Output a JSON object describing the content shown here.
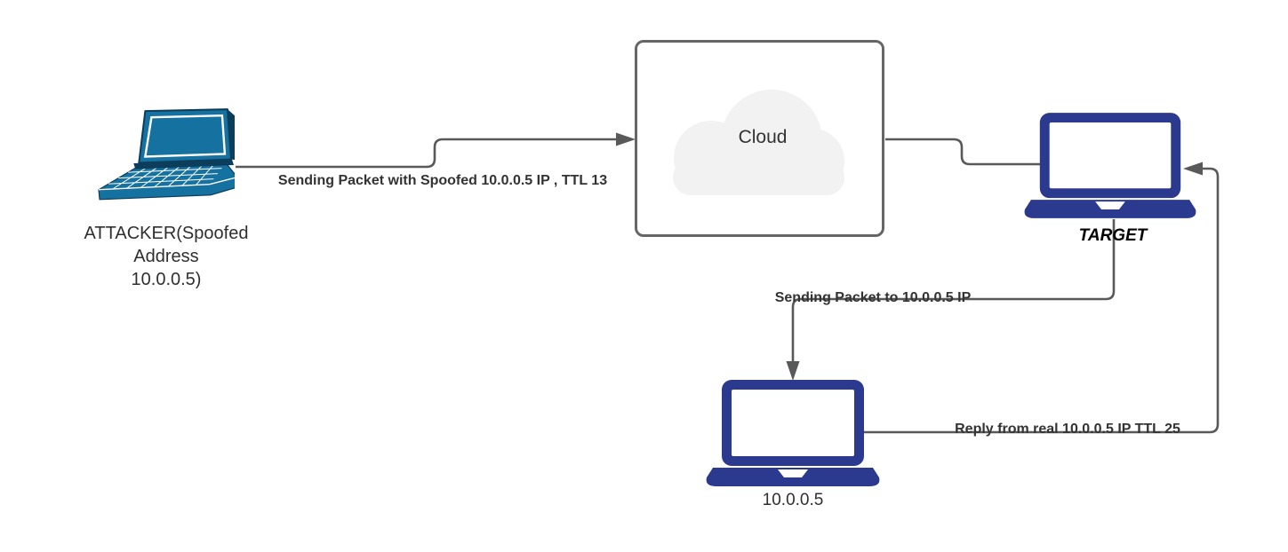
{
  "diagram": {
    "colors": {
      "canvas_bg": "#ffffff",
      "connector": "#595959",
      "box_border": "#666666",
      "box_fill": "#ffffff",
      "cloud_fill": "#f2f2f2",
      "laptop_navy": "#2b3a8f",
      "laptop_teal": "#15719f",
      "laptop_teal_dark": "#0c3e5c",
      "edge_label": "#333333",
      "node_label": "#2f2f2f",
      "target_label": "#000000"
    },
    "nodes": {
      "attacker": {
        "icon": "laptop-3d-icon",
        "label": "ATTACKER(Spoofed\nAddress\n10.0.0.5)"
      },
      "cloud": {
        "icon": "cloud-icon",
        "label": "Cloud"
      },
      "target": {
        "icon": "laptop-icon",
        "label": "TARGET"
      },
      "real_host": {
        "icon": "laptop-icon",
        "label": "10.0.0.5"
      }
    },
    "edges": {
      "attacker_to_cloud": {
        "from": "attacker",
        "to": "cloud",
        "label": "Sending Packet with Spoofed 10.0.0.5 IP , TTL 13"
      },
      "cloud_to_target": {
        "from": "cloud",
        "to": "target"
      },
      "target_to_real": {
        "from": "target",
        "to": "real_host",
        "label": "Sending Packet to 10.0.0.5 IP"
      },
      "real_to_target": {
        "from": "real_host",
        "to": "target",
        "label": "Reply from real 10.0.0.5 IP TTL 25"
      }
    }
  }
}
